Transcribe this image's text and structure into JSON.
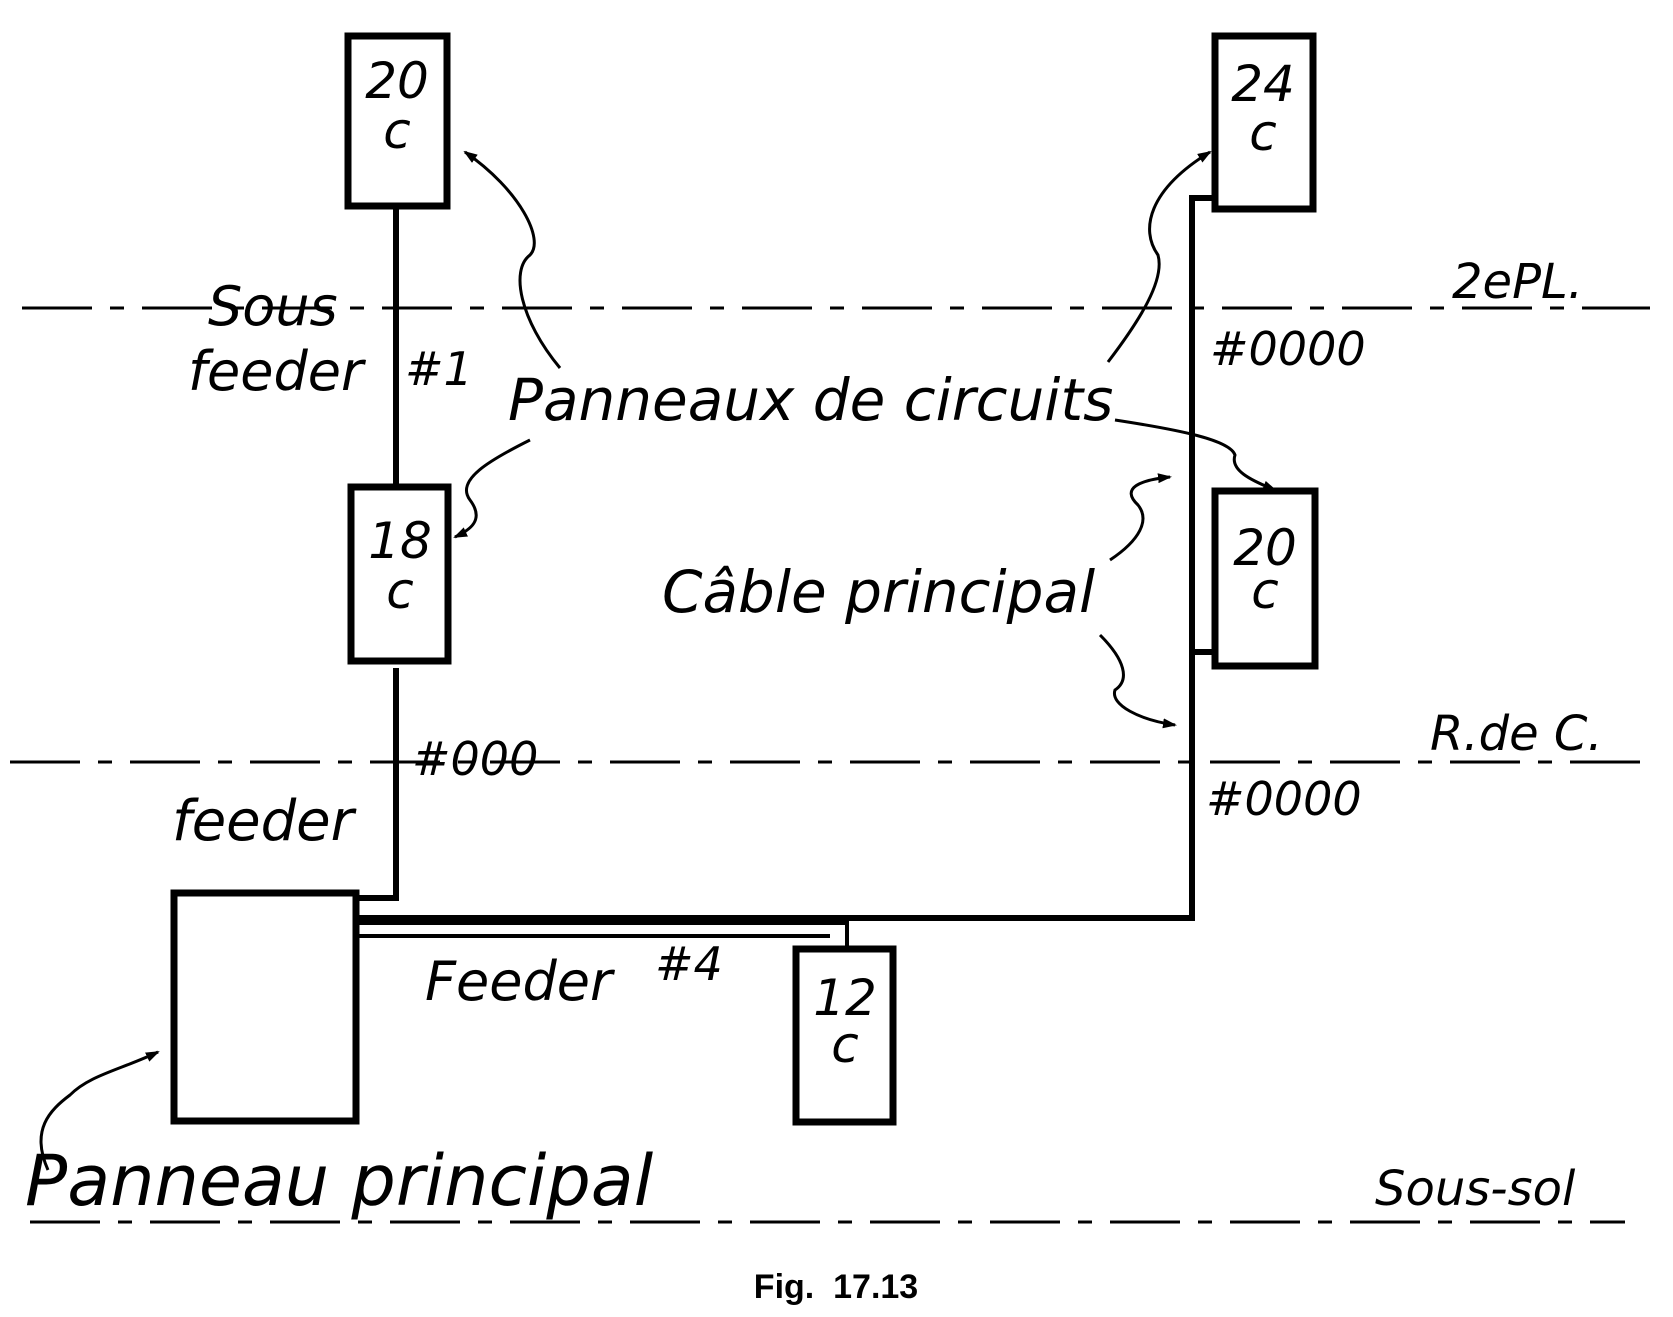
{
  "floors": {
    "second": "2ePL.",
    "ground": "R.de C.",
    "basement": "Sous-sol"
  },
  "panels": {
    "left_top": {
      "num": "20",
      "unit": "c"
    },
    "left_mid": {
      "num": "18",
      "unit": "c"
    },
    "right_top": {
      "num": "24",
      "unit": "c"
    },
    "right_mid": {
      "num": "20",
      "unit": "c"
    },
    "bottom": {
      "num": "12",
      "unit": "c"
    }
  },
  "labels": {
    "sous": "Sous",
    "feeder": "feeder",
    "num1": "#1",
    "panneaux": "Panneaux de circuits",
    "cable": "Câble principal",
    "awg_0000_top": "#0000",
    "awg_0000_bottom": "#0000",
    "awg_000": "#000",
    "feeder_left": "feeder",
    "feeder4": "Feeder",
    "num4": "#4",
    "panneau_principal": "Panneau principal"
  },
  "caption": "Fig.  17.13"
}
